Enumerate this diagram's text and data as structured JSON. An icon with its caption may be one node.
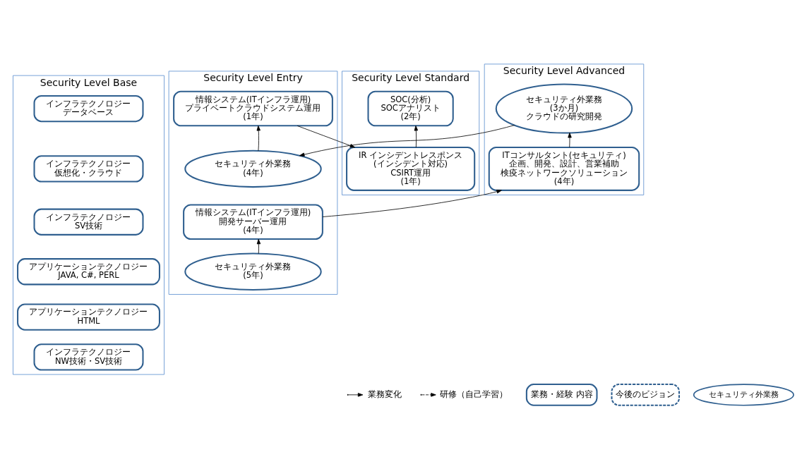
{
  "diagram": {
    "nodes": [
      {
        "text": [
          "Security Level Base"
        ]
      },
      {
        "text": [
          "Security Level Entry"
        ]
      },
      {
        "text": [
          "Security Level Standard"
        ]
      },
      {
        "text": [
          "Security Level Advanced"
        ]
      },
      {
        "text": [
          "インフラテクノロジー",
          "データベース"
        ],
        "in": 0
      },
      {
        "text": [
          "インフラテクノロジー",
          "仮想化・クラウド"
        ],
        "in": 0
      },
      {
        "text": [
          "インフラテクノロジー",
          "SV技術"
        ],
        "in": 0
      },
      {
        "text": [
          "アプリケーションテクノロジー",
          "JAVA, C#, PERL"
        ],
        "in": 0
      },
      {
        "text": [
          "アプリケーションテクノロジー",
          "HTML"
        ],
        "in": 0
      },
      {
        "text": [
          "インフラテクノロジー",
          "NW技術・SV技術"
        ],
        "in": 0
      },
      {
        "text": [
          "情報システム(ITインフラ運用)",
          "プライベートクラウドシステム運用",
          "(1年)"
        ],
        "in": 1
      },
      {
        "text": [
          "セキュリティ外業務",
          "(4年)"
        ],
        "in": 1
      },
      {
        "text": [
          "情報システム(ITインフラ運用)",
          "開発サーバー運用",
          "(4年)"
        ],
        "in": 1
      },
      {
        "text": [
          "セキュリティ外業務",
          "(5年)"
        ],
        "in": 1
      },
      {
        "text": [
          "SOC(分析)",
          "SOCアナリスト",
          "(2年)"
        ],
        "in": 2
      },
      {
        "text": [
          "IR インシデントレスポンス",
          "(インシデント対応)",
          "CSIRT運用",
          "(1年)"
        ],
        "in": 2
      },
      {
        "text": [
          "セキュリティ外業務",
          "(3か月)",
          "クラウドの研究開発"
        ],
        "in": 3
      },
      {
        "text": [
          "ITコンサルタント(セキュリティ)",
          "企画、開発、設計、営業補助",
          "検疫ネットワークソリューション",
          "(4年)"
        ],
        "in": 3
      }
    ],
    "edges": [
      {
        "from": 11,
        "to": 10,
        "arrow": "to"
      },
      {
        "from": 10,
        "to": 15,
        "arrow": "to"
      },
      {
        "from": 15,
        "to": 14,
        "arrow": "to"
      },
      {
        "from": 16,
        "to": 11,
        "arrow": "to"
      },
      {
        "from": 13,
        "to": 12,
        "arrow": "to"
      },
      {
        "from": 12,
        "to": 17,
        "arrow": "to"
      },
      {
        "from": 17,
        "to": 16,
        "arrow": "to"
      }
    ],
    "legend": [
      {
        "text": "業務変化"
      },
      {
        "text": "研修（自己学習）"
      },
      {
        "text": "業務・経験 内容"
      },
      {
        "text": "今後のビジョン"
      },
      {
        "text": "セキュリティ外業務"
      }
    ]
  }
}
